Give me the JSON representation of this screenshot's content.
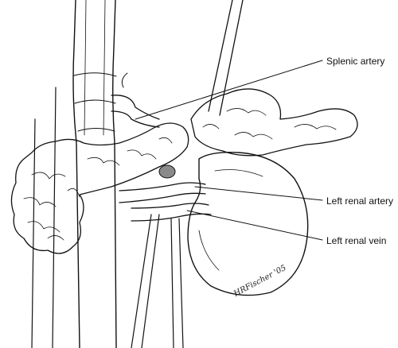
{
  "labels": {
    "splenic_artery": "Splenic artery",
    "left_renal_artery": "Left renal artery",
    "left_renal_vein": "Left renal vein"
  },
  "signature": "HRFischer '05",
  "colors": {
    "ink": "#111111",
    "background": "#ffffff",
    "shadow": "#8a8a8a"
  }
}
